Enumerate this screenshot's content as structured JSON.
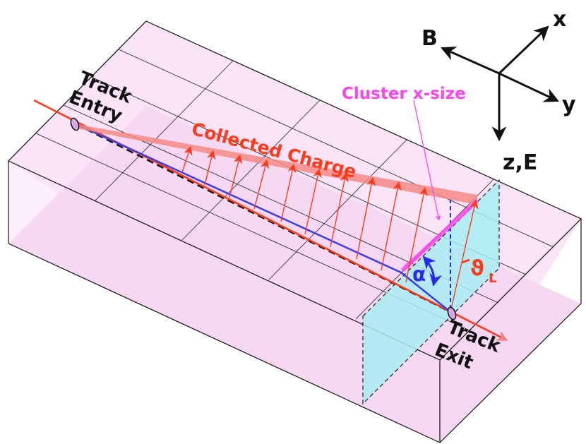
{
  "labels": {
    "track_entry_line1": "Track",
    "track_entry_line2": "Entry",
    "track_exit_line1": "Track",
    "track_exit_line2": "Exit",
    "collected_charge": "Collected Charge",
    "cluster_x_size": "Cluster x-size",
    "alpha": "α",
    "theta": "ϑ",
    "theta_sub": "L"
  },
  "axes": {
    "x": "x",
    "y": "y",
    "B": "B",
    "zE": "z,E"
  },
  "colors": {
    "box_edge": "#111111",
    "plane_fill": "#f7ddf4",
    "track": "#ff3a1a",
    "charge_band": "#f58a86",
    "drift_projection": "#3a3aee",
    "cluster_marker": "#ff44ee",
    "exit_plane": "#a8eef4",
    "arrow": "#ff3a1a"
  }
}
